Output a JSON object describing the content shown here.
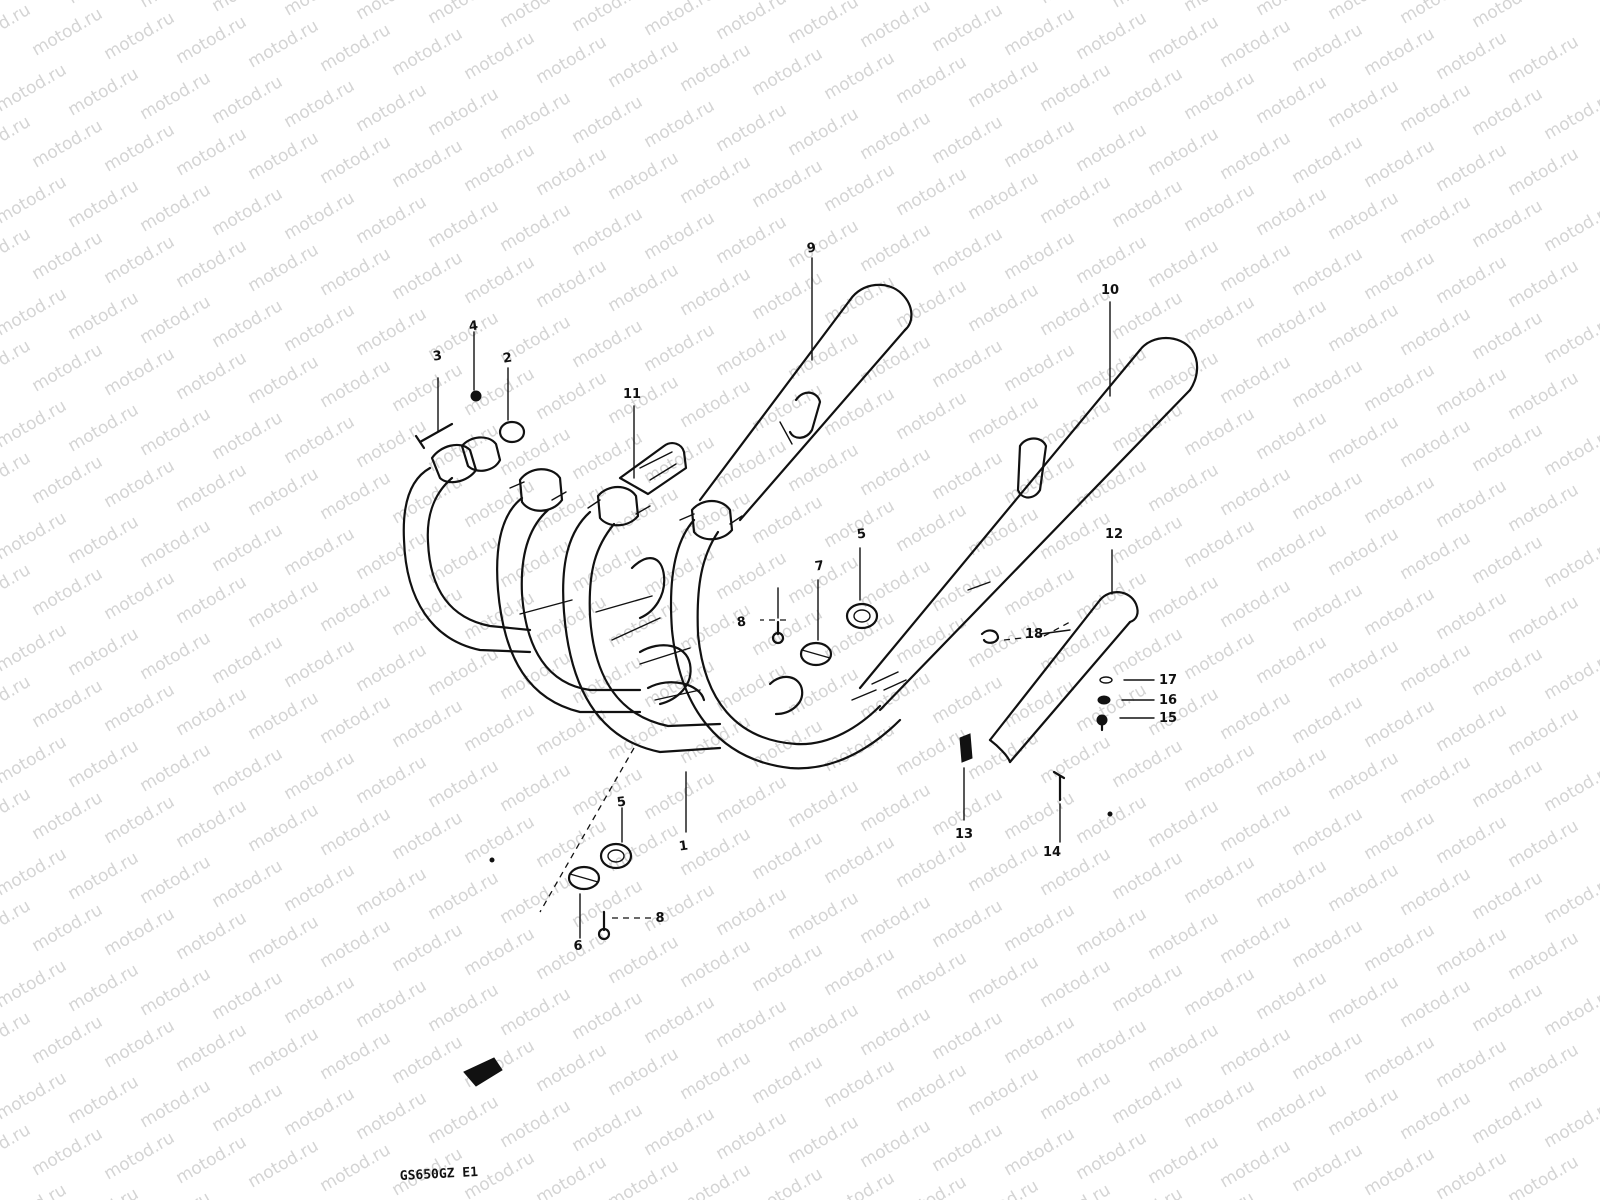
{
  "watermark": {
    "text": "motod.ru",
    "color": "#d4d4d4"
  },
  "model_code": "GS650GZ E1",
  "callouts": [
    {
      "id": "1",
      "text": "1"
    },
    {
      "id": "2",
      "text": "2"
    },
    {
      "id": "3",
      "text": "3"
    },
    {
      "id": "4",
      "text": "4"
    },
    {
      "id": "5a",
      "text": "5"
    },
    {
      "id": "5b",
      "text": "5"
    },
    {
      "id": "6",
      "text": "6"
    },
    {
      "id": "7",
      "text": "7"
    },
    {
      "id": "8a",
      "text": "8"
    },
    {
      "id": "8b",
      "text": "8"
    },
    {
      "id": "9",
      "text": "9"
    },
    {
      "id": "10",
      "text": "10"
    },
    {
      "id": "11",
      "text": "11"
    },
    {
      "id": "12",
      "text": "12"
    },
    {
      "id": "13",
      "text": "13"
    },
    {
      "id": "14",
      "text": "14"
    },
    {
      "id": "15",
      "text": "15"
    },
    {
      "id": "16",
      "text": "16"
    },
    {
      "id": "17",
      "text": "17"
    },
    {
      "id": "18",
      "text": "18"
    }
  ],
  "line_color": "#111111",
  "background": "#ffffff"
}
